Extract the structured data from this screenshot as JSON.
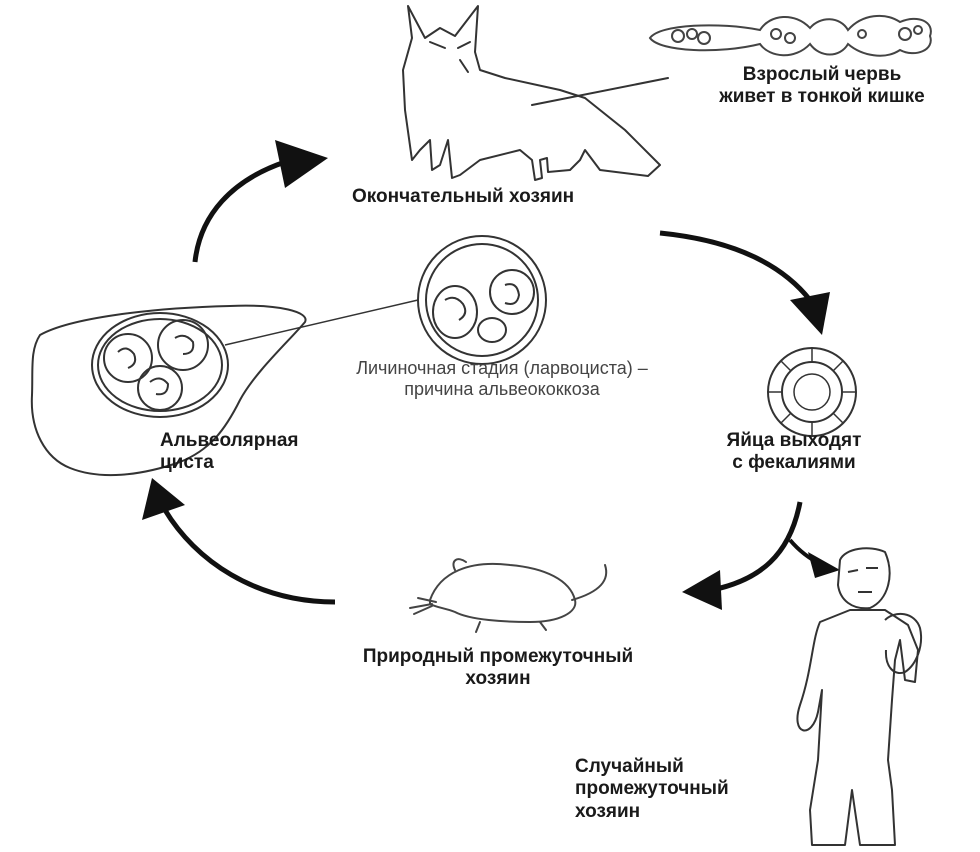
{
  "labels": {
    "definitive_host": "Окончательный хозяин",
    "adult_worm": [
      "Взрослый червь",
      "живет в тонкой кишке"
    ],
    "eggs": [
      "Яйца выходят",
      "с фекалиями"
    ],
    "natural_host": [
      "Природный промежуточный",
      "хозяин"
    ],
    "accidental_host": [
      "Случайный",
      "промежуточный",
      "хозяин"
    ],
    "cyst": [
      "Альвеолярная",
      "циста"
    ],
    "larval_stage": [
      "Личиночная стадия (ларвоциста) –",
      "причина альвеококкоза"
    ]
  }
}
